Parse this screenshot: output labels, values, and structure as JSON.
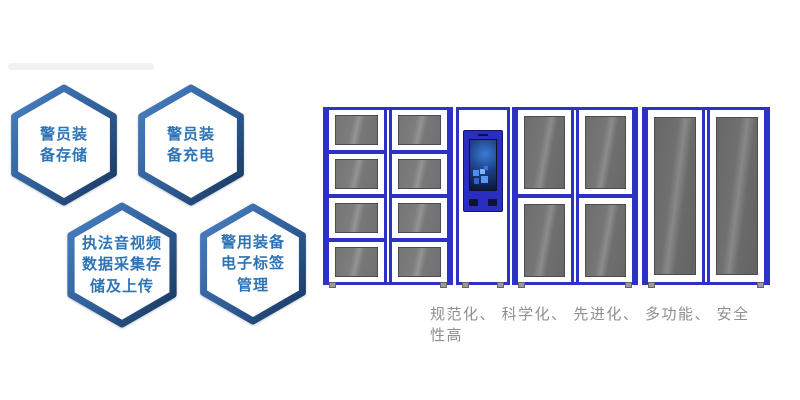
{
  "hexagons": [
    {
      "id": "officer-equipment-storage",
      "label": "警员装\n备存储"
    },
    {
      "id": "officer-equipment-charging",
      "label": "警员装\n备充电"
    },
    {
      "id": "av-data-collect-upload",
      "label": "执法音视频\n数据采集存\n储及上传"
    },
    {
      "id": "equipment-rfid-management",
      "label": "警用装备\n电子标签\n管理"
    }
  ],
  "tagline": {
    "text": "规范化、 科学化、 先进化、 多功能、 安全性高"
  },
  "colors": {
    "hex_border_light": "#4a80c2",
    "hex_border_dark": "#17355c",
    "hex_text": "#2e74b5",
    "cabinet_frame": "#2d31c6",
    "kiosk_panel": "#2a2ec0",
    "screen_blue": "#3a7bd5",
    "window_gray": "#7a7a7a",
    "tagline_gray": "#8f8f8f"
  },
  "cabinet": {
    "sections": [
      {
        "name": "small-locker-bank",
        "kind": "lockers",
        "columns": 2,
        "rows": 4,
        "window_size": "small",
        "width": 130,
        "gap_after": 3
      },
      {
        "name": "control-kiosk",
        "kind": "kiosk",
        "width": 54,
        "gap_after": 2
      },
      {
        "name": "medium-locker-bank",
        "kind": "lockers",
        "columns": 2,
        "rows": 2,
        "window_size": "medium",
        "width": 126,
        "gap_after": 4
      },
      {
        "name": "tall-locker-bank",
        "kind": "lockers",
        "columns": 2,
        "rows": 1,
        "window_size": "tall",
        "width": 128,
        "gap_after": 0
      }
    ]
  }
}
